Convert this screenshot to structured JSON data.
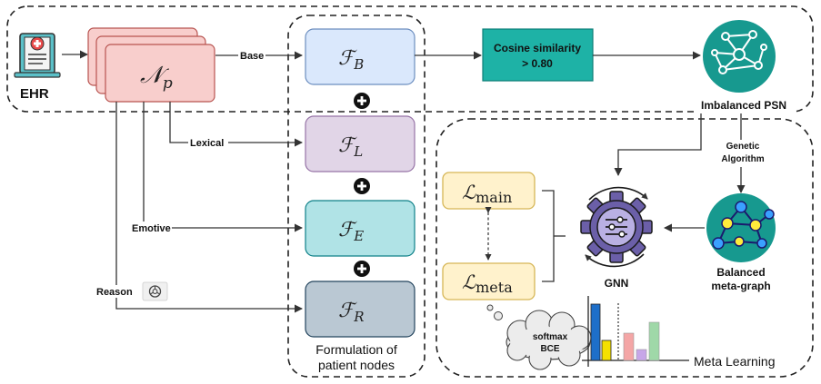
{
  "ehr": {
    "label": "EHR"
  },
  "patient_node": {
    "symbol": "𝒩",
    "sub": "p"
  },
  "edges": {
    "base": "Base",
    "lexical": "Lexical",
    "emotive": "Emotive",
    "reason": "Reason"
  },
  "features": [
    {
      "symbol": "ℱ",
      "sub": "B",
      "fill": "#dae8fc",
      "stroke": "#6c8ebf"
    },
    {
      "symbol": "ℱ",
      "sub": "L",
      "fill": "#e1d5e7",
      "stroke": "#9673a6"
    },
    {
      "symbol": "ℱ",
      "sub": "E",
      "fill": "#b0e3e6",
      "stroke": "#0e8088"
    },
    {
      "symbol": "ℱ",
      "sub": "R",
      "fill": "#bac8d3",
      "stroke": "#23445d"
    }
  ],
  "formulation": {
    "line1": "Formulation of",
    "line2": "patient nodes"
  },
  "cosine": {
    "line1": "Cosine similarity",
    "line2": "> 0.80",
    "fill": "#1eb2a6"
  },
  "imbalanced": {
    "label": "Imbalanced PSN"
  },
  "genetic": {
    "line1": "Genetic",
    "line2": "Algorithm"
  },
  "balanced": {
    "line1": "Balanced",
    "line2": "meta-graph"
  },
  "gnn": {
    "label": "GNN"
  },
  "losses": {
    "main": {
      "symbol": "ℒ",
      "sub": "main"
    },
    "meta": {
      "symbol": "ℒ",
      "sub": "meta"
    }
  },
  "loss_style": {
    "fill": "#fff2cc",
    "stroke": "#d6b656"
  },
  "softmax": {
    "line1": "softmax",
    "line2": "BCE"
  },
  "meta_learning": {
    "label": "Meta Learning"
  },
  "colors": {
    "teal": "#1eb2a6",
    "node_fill": "#f8cecc",
    "node_stroke": "#b85450"
  }
}
